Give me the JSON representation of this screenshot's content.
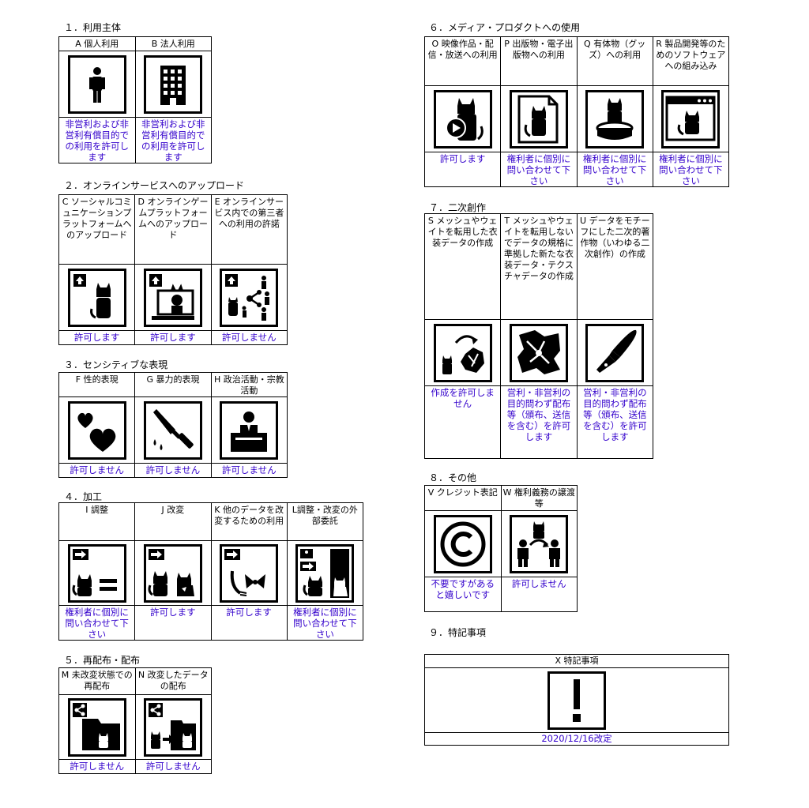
{
  "sections": {
    "s1": {
      "title": "１．利用主体",
      "cols": [
        {
          "header": "A 個人利用",
          "status": "非営利および非営利有償目的での利用を許可します",
          "icon": "person-icon"
        },
        {
          "header": "B 法人利用",
          "status": "非営利および非営利有償目的での利用を許可します",
          "icon": "building-icon"
        }
      ]
    },
    "s2": {
      "title": "２．オンラインサービスへのアップロード",
      "cols": [
        {
          "header": "C ソーシャルコミュニケーションプラットフォームへのアップロード",
          "status": "許可します",
          "icon": "upload-avatar-icon"
        },
        {
          "header": "D オンラインゲームプラットフォームへのアップロード",
          "status": "許可します",
          "icon": "upload-screen-icon"
        },
        {
          "header": "E オンラインサービス内での第三者への利用の許諾",
          "status": "許可しません",
          "icon": "share-users-icon"
        }
      ]
    },
    "s3": {
      "title": "３．センシティブな表現",
      "cols": [
        {
          "header": "F 性的表現",
          "status": "許可しません",
          "icon": "hearts-icon"
        },
        {
          "header": "G 暴力的表現",
          "status": "許可しません",
          "icon": "knife-icon"
        },
        {
          "header": "H 政治活動・宗教活動",
          "status": "許可しません",
          "icon": "podium-icon"
        }
      ]
    },
    "s4": {
      "title": "４．加工",
      "cols": [
        {
          "header": "I 調整",
          "status": "権利者に個別に問い合わせて下さい",
          "icon": "adjust-icon"
        },
        {
          "header": "J 改変",
          "status": "許可します",
          "icon": "modify-icon"
        },
        {
          "header": "K 他のデータを改変するための利用",
          "status": "許可します",
          "icon": "use-data-icon"
        },
        {
          "header": "L調整・改変の外部委託",
          "status": "権利者に個別に問い合わせて下さい",
          "icon": "outsource-icon"
        }
      ]
    },
    "s5": {
      "title": "５．再配布・配布",
      "cols": [
        {
          "header": "M 未改変状態での再配布",
          "status": "許可しません",
          "icon": "redistribute-icon"
        },
        {
          "header": "N 改変したデータの配布",
          "status": "許可しません",
          "icon": "distribute-modified-icon"
        }
      ]
    },
    "s6": {
      "title": "６．メディア・プロダクトへの使用",
      "cols": [
        {
          "header": "O 映像作品・配信・放送への利用",
          "status": "許可します",
          "icon": "video-icon"
        },
        {
          "header": "P 出版物・電子出版物への利用",
          "status": "権利者に個別に問い合わせて下さい",
          "icon": "publication-icon"
        },
        {
          "header": "Q 有体物（グッズ）への利用",
          "status": "権利者に個別に問い合わせて下さい",
          "icon": "goods-icon"
        },
        {
          "header": "R 製品開発等のためのソフトウェアへの組み込み",
          "status": "権利者に個別に問い合わせて下さい",
          "icon": "software-icon"
        }
      ]
    },
    "s7": {
      "title": "７．二次創作",
      "cols": [
        {
          "header": "S メッシュやウェイトを転用した衣装データの作成",
          "status": "作成を許可しません",
          "icon": "mesh-transfer-icon"
        },
        {
          "header": "T メッシュやウェイトを転用しないでデータの規格に準拠した新たな衣装データ・テクスチャデータの作成",
          "status": "営利・非営利の目的問わず配布等（頒布、送信を含む）を許可します",
          "icon": "fabric-icon"
        },
        {
          "header": "U データをモチーフにした二次的著作物（いわゆる二次創作）の作成",
          "status": "営利・非営利の目的問わず配布等（頒布、送信を含む）を許可します",
          "icon": "pen-icon"
        }
      ]
    },
    "s8": {
      "title": "８．その他",
      "cols": [
        {
          "header": "V クレジット表記",
          "status": "不要ですがあると嬉しいです",
          "icon": "copyright-icon"
        },
        {
          "header": "W 権利義務の譲渡等",
          "status": "許可しません",
          "icon": "transfer-icon"
        }
      ]
    },
    "s9": {
      "title": "９．特記事項",
      "box_title": "X 特記事項",
      "date": "2020/12/16改定",
      "icon": "exclamation-icon"
    }
  }
}
